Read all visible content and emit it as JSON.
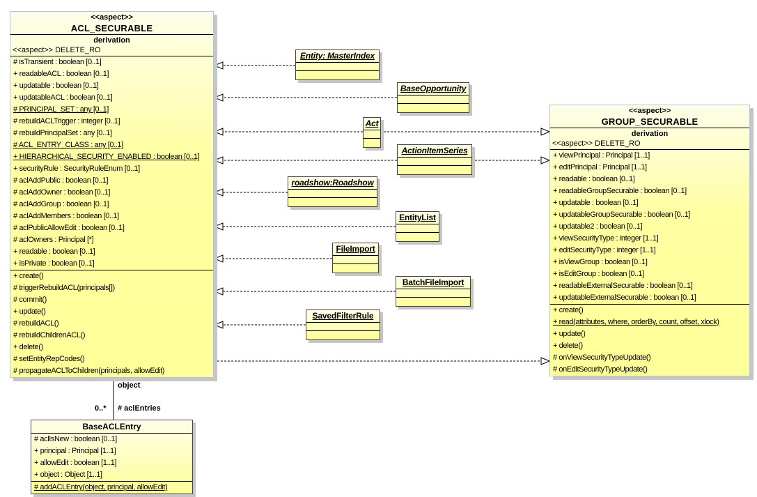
{
  "classes": {
    "acl": {
      "stereotype": "<<aspect>>",
      "name": "ACL_SECURABLE",
      "derivation": "derivation",
      "sub_stereotype": "<<aspect>> DELETE_RO",
      "attributes": [
        "# isTransient : boolean [0..1]",
        "+ readableACL : boolean [0..1]",
        "+ updatable : boolean [0..1]",
        "+ updatableACL : boolean [0..1]",
        "# PRINCIPAL_SET : any [0..1]",
        "# rebuildACLTrigger : integer [0..1]",
        "# rebuildPrincipalSet : any [0..1]",
        "# ACL_ENTRY_CLASS : any [0..1]",
        "+ HIERARCHICAL_SECURITY_ENABLED : boolean [0..1]",
        "+ securityRule : SecurityRuleEnum [0..1]",
        "# aclAddPublic : boolean [0..1]",
        "# aclAddOwner : boolean [0..1]",
        "# aclAddGroup : boolean [0..1]",
        "# aclAddMembers : boolean [0..1]",
        "# aclPublicAllowEdit : boolean [0..1]",
        "# aclOwners : Principal [*]",
        "+ readable : boolean [0..1]",
        "+ isPrivate : boolean [0..1]"
      ],
      "methods": [
        "+ create()",
        "# triggerRebuildACL(principals[])",
        "# commit()",
        "+ update()",
        "# rebuildACL()",
        "# rebuildChildrenACL()",
        "+ delete()",
        "# setEntityRepCodes()",
        "# propagateACLToChildren(principals, allowEdit)"
      ]
    },
    "group": {
      "stereotype": "<<aspect>>",
      "name": "GROUP_SECURABLE",
      "derivation": "derivation",
      "sub_stereotype": "<<aspect>> DELETE_RO",
      "attributes": [
        "+ viewPrincipal : Principal [1..1]",
        "+ editPrincipal : Principal [1..1]",
        "+ readable : boolean [0..1]",
        "+ readableGroupSecurable : boolean [0..1]",
        "+ updatable : boolean [0..1]",
        "+ updatableGroupSecurable : boolean [0..1]",
        "+ updatable2 : boolean [0..1]",
        "+ viewSecurityType : integer [1..1]",
        "+ editSecurityType : integer [1..1]",
        "+ isViewGroup : boolean [0..1]",
        "+ isEditGroup : boolean [0..1]",
        "+ readableExternalSecurable : boolean [0..1]",
        "+ updatableExternalSecurable : boolean [0..1]"
      ],
      "methods": [
        "+ create()",
        "+ read(attributes, where, orderBy, count, offset, xlock)",
        "+ update()",
        "+ delete()",
        "# onViewSecurityTypeUpdate()",
        "# onEditSecurityTypeUpdate()"
      ]
    },
    "base_acl_entry": {
      "name": "BaseACLEntry",
      "attributes": [
        "# aclIsNew : boolean [0..1]",
        "+ principal : Principal [1..1]",
        "+ allowEdit : boolean [1..1]",
        "+ object : Object [1..1]"
      ],
      "methods": [
        "# addACLEntry(object, principal, allowEdit)"
      ]
    }
  },
  "entities": [
    {
      "name": "Entity: MasterIndex"
    },
    {
      "name": "BaseOpportunity"
    },
    {
      "name": "Act"
    },
    {
      "name": "ActionItemSeries"
    },
    {
      "name": "roadshow:Roadshow"
    },
    {
      "name": "EntityList"
    },
    {
      "name": "FileImport"
    },
    {
      "name": "BatchFileImport"
    },
    {
      "name": "SavedFilterRule"
    }
  ],
  "association": {
    "role_source": "object",
    "multiplicity": "0..*",
    "role_target": "# aclEntries"
  },
  "colors": {
    "node_fill_top": "#fdfdea",
    "node_fill_bottom": "#ffff99",
    "node_shadow": "#c6c6c6",
    "connector": "#000000",
    "background": "#ffffff"
  }
}
